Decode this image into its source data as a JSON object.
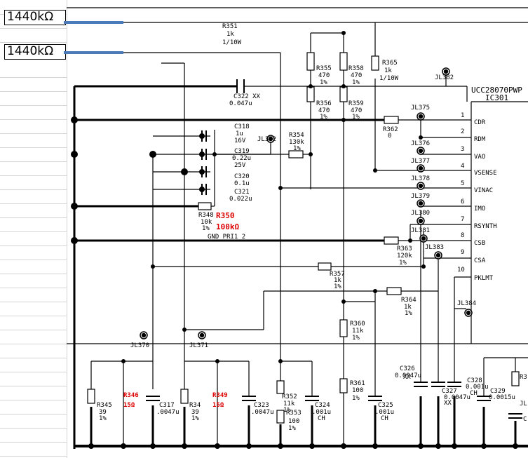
{
  "spreadsheet": {
    "cells": [
      "1440kΩ",
      "1440kΩ"
    ],
    "accent_color": "#4a7ab8"
  },
  "ic": {
    "part": "UCC28070PWP",
    "ref": "IC301",
    "pins": [
      {
        "num": "1",
        "name": "CDR"
      },
      {
        "num": "2",
        "name": "RDM"
      },
      {
        "num": "3",
        "name": "VAO"
      },
      {
        "num": "4",
        "name": "VSENSE"
      },
      {
        "num": "5",
        "name": "VINAC"
      },
      {
        "num": "6",
        "name": "IMO"
      },
      {
        "num": "7",
        "name": "RSYNTH"
      },
      {
        "num": "8",
        "name": "CSB"
      },
      {
        "num": "9",
        "name": "CSA"
      },
      {
        "num": "10",
        "name": "PKLMT"
      }
    ]
  },
  "jumpers": [
    "JL382",
    "JL375",
    "JL376",
    "JL377",
    "JL378",
    "JL379",
    "JL380",
    "JL381",
    "JL383",
    "JL384",
    "JL372",
    "JL370",
    "JL371"
  ],
  "components": {
    "r351": [
      "R351",
      "1k",
      "1/10W"
    ],
    "r365": [
      "R365",
      "1k",
      "1/10W"
    ],
    "r355": [
      "R355",
      "470",
      "1%"
    ],
    "r358": [
      "R358",
      "470",
      "1%"
    ],
    "r356": [
      "R356",
      "470",
      "1%"
    ],
    "r359": [
      "R359",
      "470",
      "1%"
    ],
    "c322": [
      "C322 XX",
      "0.047u"
    ],
    "c318": [
      "C318",
      "1u",
      "16V"
    ],
    "c319": [
      "C319",
      "0.22u",
      "25V"
    ],
    "c320": [
      "C320",
      "0.1u"
    ],
    "c321": [
      "C321",
      "0.022u"
    ],
    "r354": [
      "R354",
      "130k",
      "1%"
    ],
    "r362": [
      "R362",
      "0"
    ],
    "r348": [
      "R348",
      "10k",
      "1%"
    ],
    "gnd": "GND PRI1 2",
    "r363": [
      "R363",
      "120k",
      "1%"
    ],
    "r357": [
      "R357",
      "1k",
      "1%"
    ],
    "r364": [
      "R364",
      "1k",
      "1%"
    ],
    "r360": [
      "R360",
      "11k",
      "1%"
    ],
    "r361": [
      "R361",
      "100",
      "1%"
    ],
    "r345": [
      "R345",
      "39",
      "1%"
    ],
    "r347": [
      "R34",
      "39",
      "1%"
    ],
    "c317": [
      "C317",
      ".0047u"
    ],
    "c323": [
      "C323",
      ".0047u"
    ],
    "r352": [
      "R352",
      "11k",
      "1%"
    ],
    "r353": [
      "R353",
      "100",
      "1%"
    ],
    "c324": [
      "C324",
      ".001u",
      "CH"
    ],
    "c325": [
      "C325",
      ".001u",
      "CH"
    ],
    "c326": [
      "C326",
      "0.0047u",
      "XX"
    ],
    "c327": [
      "C327",
      "0.0047u",
      "XX"
    ],
    "c328": [
      "C328",
      "0.001u",
      "CH"
    ],
    "c329": [
      "C329",
      "0.0015u"
    ],
    "edge1": [
      "R3"
    ],
    "edge2": [
      "JL"
    ],
    "edge3": [
      "C"
    ]
  },
  "annotations": {
    "r350": [
      "R350",
      "100kΩ"
    ],
    "r346": [
      "R346",
      "15Ω"
    ],
    "r349": [
      "R349",
      "15Ω"
    ],
    "color": "#dd0000"
  }
}
